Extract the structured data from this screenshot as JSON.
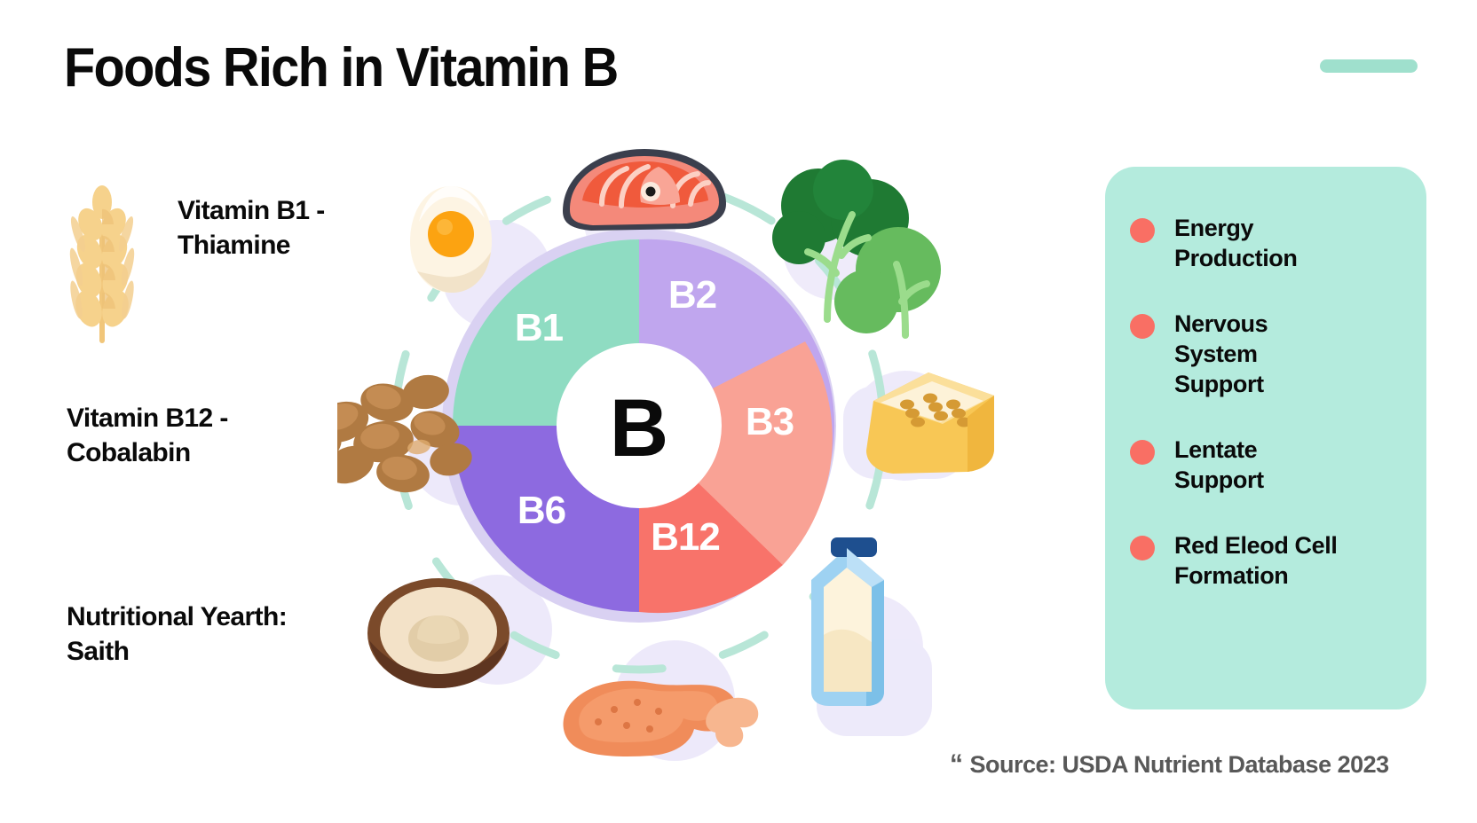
{
  "header": {
    "title": "Foods Rich in Vitamin B",
    "accent_dash_color": "#9fe0cd"
  },
  "nutrients": [
    {
      "label": "Vitamin B1 -\nThiamine",
      "icon": "wheat-icon",
      "icon_color": "#f4cd82"
    },
    {
      "label": "Vitamin B12 -\nCobalabin",
      "icon": "beans-icon",
      "icon_color": "#b0763d"
    },
    {
      "label": "Nutritional Yearth:\nSaith",
      "icon": "mushroom-icon",
      "icon_color": "#7e4b2a"
    }
  ],
  "chart_data": {
    "type": "pie",
    "title": "Foods Rich in Vitamin B",
    "center_label": "B",
    "grid": false,
    "legend": "none",
    "categories": [
      "B1",
      "B2",
      "B3",
      "B12",
      "B6"
    ],
    "values": [
      25,
      17.5,
      17.5,
      20,
      20
    ],
    "colors": [
      "#8fdcc2",
      "#c0a6ee",
      "#f9a295",
      "#f8736a",
      "#8d6ae0"
    ],
    "labels": [
      "B1",
      "B2",
      "B3",
      "B12",
      "B6"
    ],
    "start_angle_deg": 0,
    "direction": "clockwise",
    "hole_fraction": 0.42
  },
  "surrounding_foods": [
    {
      "name": "salmon-icon",
      "position": "top"
    },
    {
      "name": "egg-icon",
      "position": "top-left"
    },
    {
      "name": "spinach-icon",
      "position": "top-right"
    },
    {
      "name": "beans-icon",
      "position": "left"
    },
    {
      "name": "tofu-icon",
      "position": "right"
    },
    {
      "name": "mushroom-icon",
      "position": "bottom-left"
    },
    {
      "name": "chicken-icon",
      "position": "bottom"
    },
    {
      "name": "milk-icon",
      "position": "bottom-right"
    }
  ],
  "benefits": {
    "panel_color": "#b4ebdd",
    "dot_color": "#f96f64",
    "items": [
      {
        "label": "Energy\nProduction"
      },
      {
        "label": "Nervous\nSystem\nSupport"
      },
      {
        "label": "Lentate\nSupport"
      },
      {
        "label": "Red Eleod Cell\nFormation"
      }
    ]
  },
  "source": {
    "quote_mark": "“",
    "text": "Source: USDA Nutrient Database 2023"
  }
}
